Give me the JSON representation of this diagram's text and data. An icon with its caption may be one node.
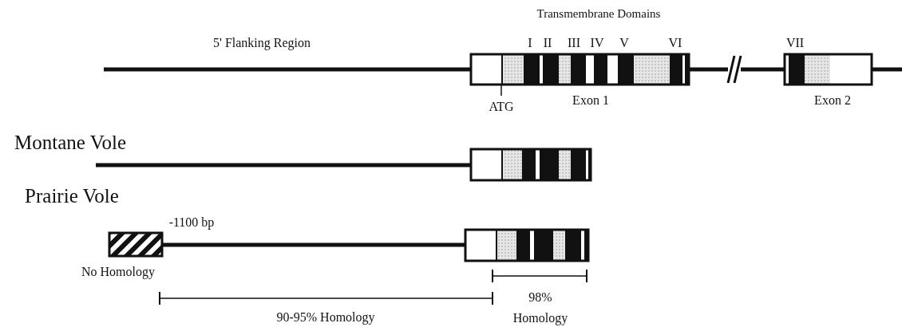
{
  "diagram": {
    "labels": [
      "Transmembrane Domains",
      "5' Flanking Region",
      "I",
      "II",
      "III",
      "IV",
      "V",
      "VI",
      "VII",
      "ATG",
      "Exon 1",
      "Exon 2",
      "Montane Vole",
      "Prairie Vole",
      "-1100 bp",
      "No Homology",
      "98% Homology",
      "90-95% Homology"
    ]
  }
}
